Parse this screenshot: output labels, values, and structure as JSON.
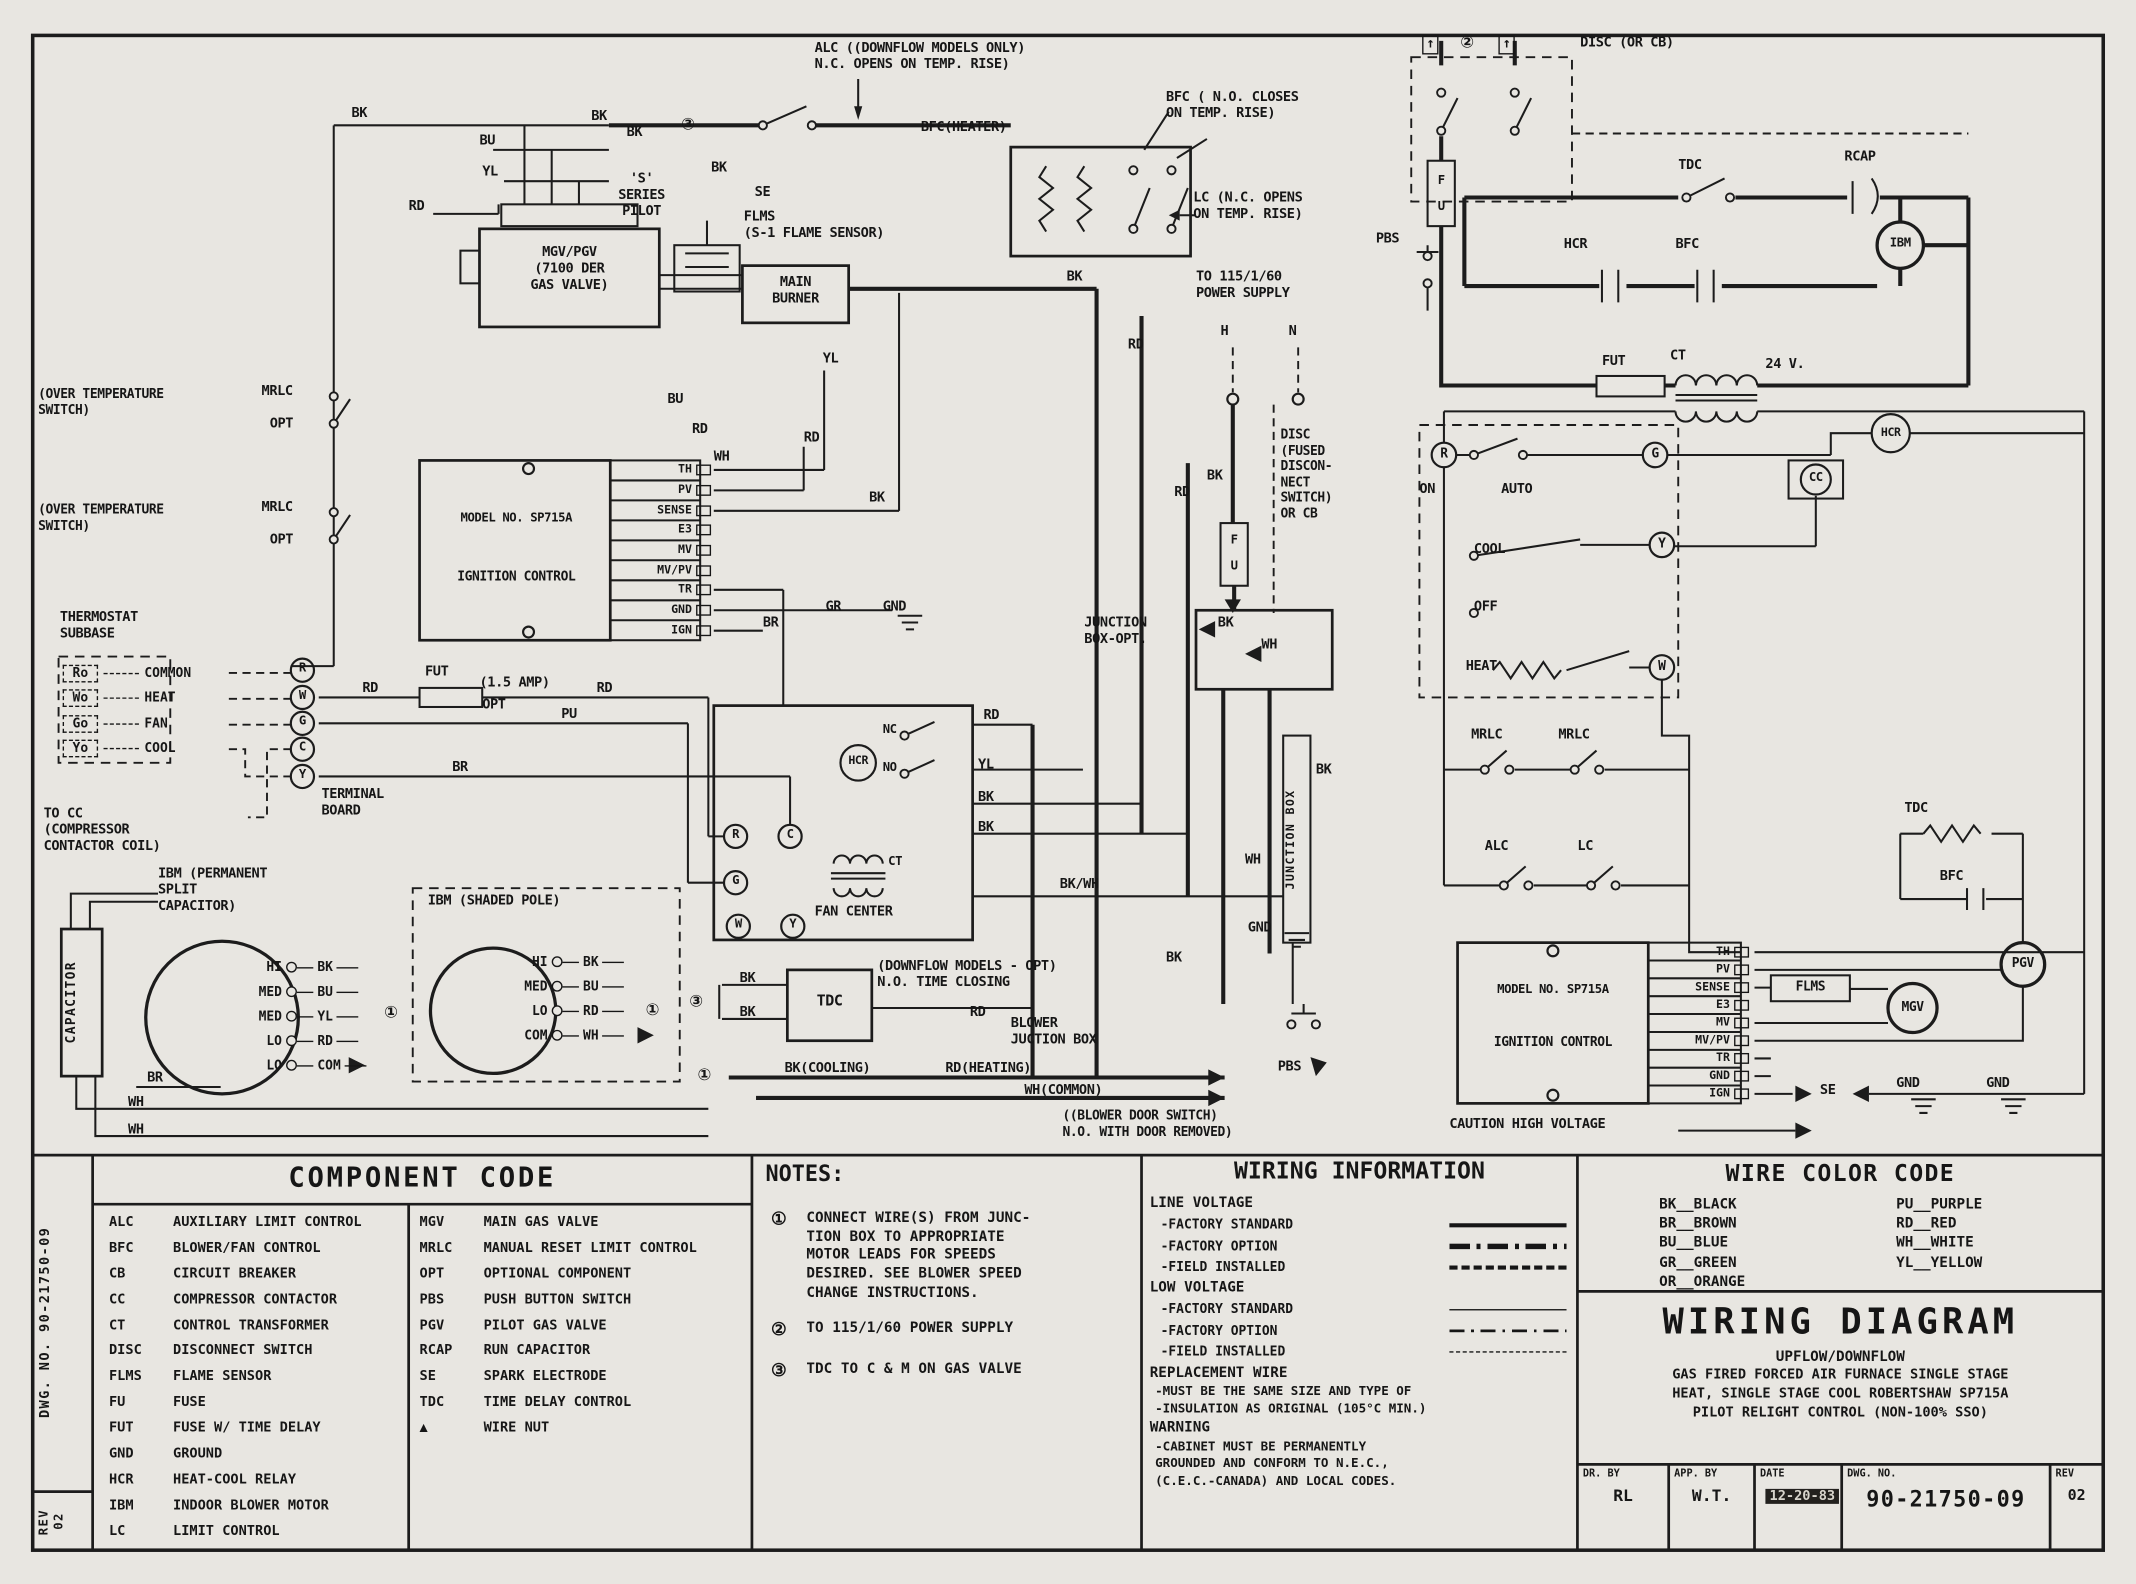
{
  "colors": {
    "paper": "#e8e6e1",
    "ink": "#161616"
  },
  "letters": {
    "r": "R",
    "w": "W",
    "g": "G",
    "c": "C",
    "y": "Y",
    "h": "H",
    "n": "N",
    "cc": "CC",
    "hcr": "HCR",
    "ibm": "IBM",
    "se": "SE",
    "gnd": "GND",
    "ct": "CT",
    "fut": "FUT",
    "tdc": "TDC",
    "bfc": "BFC",
    "rcap": "RCAP",
    "mgv": "MGV",
    "pgv": "PGV",
    "flms": "FLMS",
    "pbs": "PBS",
    "opt": "OPT",
    "mrlc": "MRLC",
    "alc": "ALC",
    "lc": "LC",
    "nc": "NC",
    "no": "NO"
  },
  "wire": {
    "bk": "BK",
    "bu": "BU",
    "yl": "YL",
    "rd": "RD",
    "wh": "WH",
    "br": "BR",
    "gr": "GR",
    "pu": "PU",
    "bkwh": "BK/WH",
    "com": "COM"
  },
  "marks": {
    "n1": "①",
    "n2": "②",
    "n3": "③",
    "up": "↑"
  },
  "diagram": {
    "alc_note": "ALC ((DOWNFLOW MODELS ONLY)\nN.C. OPENS ON TEMP. RISE)",
    "bfc_no_note": "BFC ( N.O. CLOSES\nON TEMP. RISE)",
    "bfc_heater": "BFC(HEATER)",
    "disc_or_cb": "DISC (OR CB)",
    "lc_note": "LC (N.C. OPENS\nON TEMP. RISE)",
    "series_pilot": "'S'\nSERIES\nPILOT",
    "flms_sensor": "FLMS\n(S-1 FLAME SENSOR)",
    "gas_valve": "MGV/PGV\n(7100 DER\nGAS VALVE)",
    "main_burner": "MAIN\nBURNER",
    "power_supply": "TO 115/1/60\nPOWER SUPPLY",
    "disc_fused": "DISC\n(FUSED\nDISCON-\nNECT\nSWITCH)\nOR CB",
    "junction_box_opt": "JUNCTION\nBOX-OPT.",
    "junction_box": "JUNCTION BOX",
    "over_temp": "(OVER TEMPERATURE\nSWITCH)",
    "thermostat_subbase": "THERMOSTAT\nSUBBASE",
    "terminal_board": "TERMINAL\nBOARD",
    "to_cc": "TO CC\n(COMPRESSOR\nCONTACTOR COIL)",
    "fut_amp": "(1.5 AMP)",
    "model": "MODEL NO. SP715A",
    "ignition_control": "IGNITION CONTROL",
    "fan_center": "FAN CENTER",
    "ibm_psc_title": "IBM (PERMANENT\nSPLIT\nCAPACITOR)",
    "ibm_sp_title": "IBM (SHADED POLE)",
    "capacitor": "CAPACITOR",
    "fu_vertical": "F\nU",
    "tdc_note": "(DOWNFLOW MODELS - OPT)\nN.O. TIME CLOSING",
    "blower_junction": "BLOWER\nJUCTION BOX",
    "bk_cooling": "BK(COOLING)",
    "rd_heating": "RD(HEATING)",
    "wh_common": "WH(COMMON)",
    "blower_door": "((BLOWER DOOR SWITCH)\nN.O. WITH DOOR REMOVED)",
    "volts_24": "24 V.",
    "on": "ON",
    "auto": "AUTO",
    "cool": "COOL",
    "off": "OFF",
    "heat": "HEAT",
    "caution": "CAUTION HIGH VOLTAGE",
    "ign_terminals": [
      "TH",
      "PV",
      "SENSE",
      "E3",
      "MV",
      "MV/PV",
      "TR",
      "GND",
      "IGN"
    ],
    "subbase_rows": [
      {
        "pin": "Ro",
        "label": "COMMON"
      },
      {
        "pin": "Wo",
        "label": "HEAT"
      },
      {
        "pin": "Go",
        "label": "FAN"
      },
      {
        "pin": "Yo",
        "label": "COOL"
      }
    ],
    "psc_rows": [
      {
        "speed": "HI",
        "wire": "BK"
      },
      {
        "speed": "MED",
        "wire": "BU"
      },
      {
        "speed": "MED",
        "wire": "YL"
      },
      {
        "speed": "LO",
        "wire": "RD"
      },
      {
        "speed": "LO",
        "wire": "COM"
      }
    ],
    "sp_rows": [
      {
        "speed": "HI",
        "wire": "BK"
      },
      {
        "speed": "MED",
        "wire": "BU"
      },
      {
        "speed": "LO",
        "wire": "RD"
      },
      {
        "speed": "COM",
        "wire": "WH"
      }
    ]
  },
  "component_code": {
    "title": "COMPONENT CODE",
    "left": [
      {
        "abbr": "ALC",
        "def": "AUXILIARY LIMIT CONTROL"
      },
      {
        "abbr": "BFC",
        "def": "BLOWER/FAN CONTROL"
      },
      {
        "abbr": "CB",
        "def": "CIRCUIT BREAKER"
      },
      {
        "abbr": "CC",
        "def": "COMPRESSOR CONTACTOR"
      },
      {
        "abbr": "CT",
        "def": "CONTROL TRANSFORMER"
      },
      {
        "abbr": "DISC",
        "def": "DISCONNECT SWITCH"
      },
      {
        "abbr": "FLMS",
        "def": "FLAME SENSOR"
      },
      {
        "abbr": "FU",
        "def": "FUSE"
      },
      {
        "abbr": "FUT",
        "def": "FUSE W/ TIME DELAY"
      },
      {
        "abbr": "GND",
        "def": "GROUND"
      },
      {
        "abbr": "HCR",
        "def": "HEAT-COOL RELAY"
      },
      {
        "abbr": "IBM",
        "def": "INDOOR BLOWER MOTOR"
      },
      {
        "abbr": "LC",
        "def": "LIMIT CONTROL"
      }
    ],
    "right": [
      {
        "abbr": "MGV",
        "def": "MAIN GAS VALVE"
      },
      {
        "abbr": "MRLC",
        "def": "MANUAL RESET LIMIT CONTROL"
      },
      {
        "abbr": "OPT",
        "def": "OPTIONAL COMPONENT"
      },
      {
        "abbr": "PBS",
        "def": "PUSH BUTTON SWITCH"
      },
      {
        "abbr": "PGV",
        "def": "PILOT GAS VALVE"
      },
      {
        "abbr": "RCAP",
        "def": "RUN CAPACITOR"
      },
      {
        "abbr": "SE",
        "def": "SPARK ELECTRODE"
      },
      {
        "abbr": "TDC",
        "def": "TIME DELAY CONTROL"
      },
      {
        "abbr": "▲",
        "def": "WIRE NUT"
      }
    ]
  },
  "notes": {
    "title": "NOTES:",
    "items": [
      {
        "num": "①",
        "text": "CONNECT WIRE(S) FROM JUNC-\nTION BOX TO APPROPRIATE\nMOTOR LEADS FOR SPEEDS\nDESIRED. SEE BLOWER SPEED\nCHANGE INSTRUCTIONS."
      },
      {
        "num": "②",
        "text": "TO 115/1/60 POWER SUPPLY"
      },
      {
        "num": "③",
        "text": "TDC TO C & M ON GAS VALVE"
      }
    ]
  },
  "wiring_information": {
    "title": "WIRING INFORMATION",
    "line_voltage": "LINE VOLTAGE",
    "low_voltage": "LOW VOLTAGE",
    "factory_standard": "-FACTORY STANDARD",
    "factory_option": "-FACTORY OPTION",
    "field_installed": "-FIELD INSTALLED",
    "replacement_wire": "REPLACEMENT WIRE",
    "replacement_text": "-MUST BE THE SAME SIZE AND TYPE OF\n-INSULATION AS ORIGINAL (105°C MIN.)",
    "warning": "WARNING",
    "warning_text": "-CABINET MUST BE PERMANENTLY\nGROUNDED AND CONFORM TO N.E.C.,\n(C.E.C.-CANADA) AND LOCAL CODES."
  },
  "wire_color_code": {
    "title": "WIRE COLOR CODE",
    "left": [
      "BK__BLACK",
      "BR__BROWN",
      "BU__BLUE",
      "GR__GREEN",
      "OR__ORANGE"
    ],
    "right": [
      "PU__PURPLE",
      "RD__RED",
      "WH__WHITE",
      "YL__YELLOW"
    ]
  },
  "title_block": {
    "title": "WIRING DIAGRAM",
    "sub1": "UPFLOW/DOWNFLOW",
    "sub2": "GAS FIRED FORCED AIR FURNACE SINGLE STAGE",
    "sub3": "HEAT, SINGLE STAGE COOL ROBERTSHAW SP715A",
    "sub4": "PILOT RELIGHT CONTROL (NON-100% SSO)",
    "dr_by_label": "DR. BY",
    "dr_by": "RL",
    "app_by_label": "APP. BY",
    "app_by": "W.T.",
    "date_label": "DATE",
    "date": "12-20-83",
    "dwg_label": "DWG. NO.",
    "dwg_no": "90-21750-09",
    "rev_label": "REV",
    "rev": "02"
  },
  "side_strip": {
    "dwg": "DWG. NO. 90-21750-09",
    "rev": "REV 02"
  }
}
